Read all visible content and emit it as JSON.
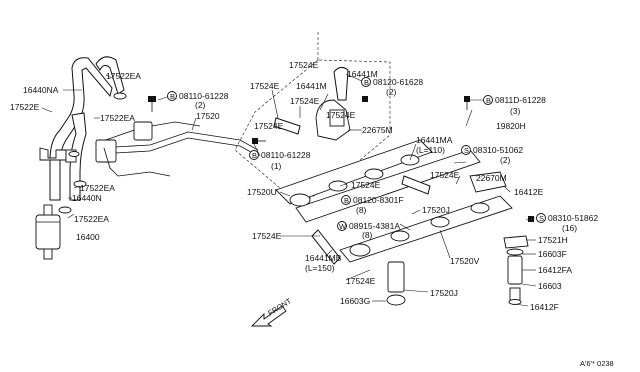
{
  "diagram": {
    "labels": [
      {
        "id": "l1",
        "text": "16440NA"
      },
      {
        "id": "l2",
        "text": "17522E"
      },
      {
        "id": "l3",
        "text": "17522EA"
      },
      {
        "id": "l4",
        "text": "17522EA"
      },
      {
        "id": "l5",
        "text": "17522EA"
      },
      {
        "id": "l6",
        "text": "16440N"
      },
      {
        "id": "l7",
        "text": "17522EA"
      },
      {
        "id": "l8",
        "text": "16400"
      },
      {
        "id": "l9",
        "text": "17520"
      },
      {
        "id": "l10",
        "text": "08110-61228"
      },
      {
        "id": "l10q",
        "text": "(2)"
      },
      {
        "id": "l11",
        "text": "17524E"
      },
      {
        "id": "l12",
        "text": "16441M"
      },
      {
        "id": "l13",
        "text": "17524E"
      },
      {
        "id": "l14",
        "text": "16441M"
      },
      {
        "id": "l15",
        "text": "17524E"
      },
      {
        "id": "l16",
        "text": "08120-61628"
      },
      {
        "id": "l16q",
        "text": "(2)"
      },
      {
        "id": "l17",
        "text": "17524E"
      },
      {
        "id": "l18",
        "text": "17524E"
      },
      {
        "id": "l19",
        "text": "22675M"
      },
      {
        "id": "l20",
        "text": "0811D-61228"
      },
      {
        "id": "l20q",
        "text": "(3)"
      },
      {
        "id": "l21",
        "text": "19820H"
      },
      {
        "id": "l22",
        "text": "08110-61228"
      },
      {
        "id": "l22q",
        "text": "(1)"
      },
      {
        "id": "l23",
        "text": "16441MA"
      },
      {
        "id": "l23b",
        "text": "(L=110)"
      },
      {
        "id": "l24",
        "text": "08310-51062"
      },
      {
        "id": "l24q",
        "text": "(2)"
      },
      {
        "id": "l25",
        "text": "17520U"
      },
      {
        "id": "l26",
        "text": "17524E"
      },
      {
        "id": "l27",
        "text": "17524E"
      },
      {
        "id": "l28",
        "text": "22670M"
      },
      {
        "id": "l29",
        "text": "16412E"
      },
      {
        "id": "l30",
        "text": "08120-8301F"
      },
      {
        "id": "l30q",
        "text": "(8)"
      },
      {
        "id": "l31",
        "text": "17520J"
      },
      {
        "id": "l32",
        "text": "08310-51862"
      },
      {
        "id": "l32q",
        "text": "(16)"
      },
      {
        "id": "l33",
        "text": "17524E"
      },
      {
        "id": "l34",
        "text": "08915-4381A"
      },
      {
        "id": "l34q",
        "text": "(8)"
      },
      {
        "id": "l35",
        "text": "17521H"
      },
      {
        "id": "l36",
        "text": "16603F"
      },
      {
        "id": "l37",
        "text": "16441MB"
      },
      {
        "id": "l37b",
        "text": "(L=150)"
      },
      {
        "id": "l38",
        "text": "17520V"
      },
      {
        "id": "l39",
        "text": "16412FA"
      },
      {
        "id": "l40",
        "text": "17524E"
      },
      {
        "id": "l41",
        "text": "16603"
      },
      {
        "id": "l42",
        "text": "16603G"
      },
      {
        "id": "l43",
        "text": "17520J"
      },
      {
        "id": "l44",
        "text": "16412F"
      }
    ],
    "marks": {
      "bolt_b": "B",
      "screw_s": "S",
      "washer_w": "W"
    },
    "front_label": "FRONT",
    "catalog_code": "A'6'* 0238"
  }
}
